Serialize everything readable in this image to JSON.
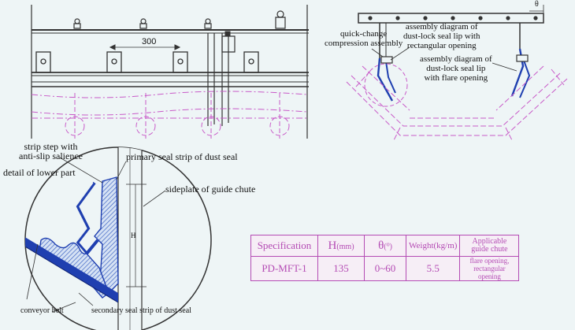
{
  "dimensions": {
    "spacing": "300",
    "theta": "θ"
  },
  "labels": {
    "quick_change": [
      "quick-change",
      "compression assembly"
    ],
    "rect_opening": [
      "assembly diagram of",
      "dust-lock seal lip with",
      "rectangular opening"
    ],
    "flare_opening": [
      "assembly diagram of",
      "dust-lock seal lip",
      "with flare opening"
    ],
    "strip_step": [
      "strip step with",
      "anti-slip salience"
    ],
    "primary_seal": "primary seal strip of dust seal",
    "detail_lower": "detail of lower part",
    "sideplate": "sideplate of guide chute",
    "height_mark": "H",
    "conveyor_belt": "conveyor belt",
    "secondary_seal": "secondary seal strip of dust seal"
  },
  "spec_table": {
    "headers": {
      "specification": "Specification",
      "h_symbol": "H",
      "h_unit": "(mm)",
      "theta_symbol": "θ",
      "theta_unit": "(⁰)",
      "weight": "Weight(kg/m)",
      "applicable_1": "Applicable",
      "applicable_2": "guide chute"
    },
    "row": {
      "model": "PD-MFT-1",
      "h": "135",
      "theta": "0~60",
      "weight": "5.5",
      "guide_1": "flare opening,",
      "guide_2": "rectangular opening"
    }
  },
  "colors": {
    "line": "#333333",
    "dash": "#c85ac8",
    "seal_blue": "#1f3fb0",
    "hatch": "#5a7fd0",
    "table": "#b44bb4"
  }
}
